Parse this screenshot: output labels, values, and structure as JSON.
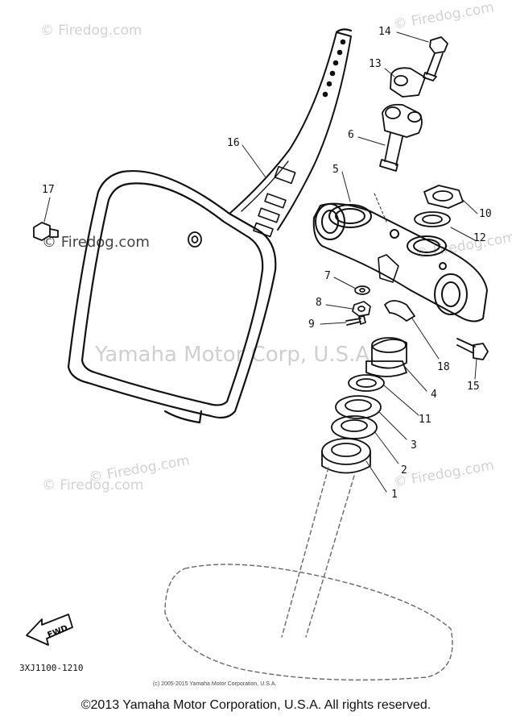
{
  "watermarks": {
    "site_marks": [
      "© Firedog.com",
      "© Firedog.com",
      "© Firedog.com",
      "© Firedog.com",
      "© Firedog.com",
      "© Firedog.com",
      "© Firedog.com"
    ],
    "big_mark": "Yamaha Motor Corp, U.S.A."
  },
  "callouts": [
    "14",
    "13",
    "6",
    "16",
    "5",
    "10",
    "12",
    "17",
    "7",
    "8",
    "9",
    "18",
    "4",
    "15",
    "11",
    "3",
    "2",
    "1"
  ],
  "fwd_label": "FWD",
  "diagram_code": "3XJ1100-1210",
  "small_copyright": "(c) 2005-2015 Yamaha Motor Corporation, U.S.A.",
  "footer": "©2013 Yamaha Motor Corporation, U.S.A. All rights reserved."
}
